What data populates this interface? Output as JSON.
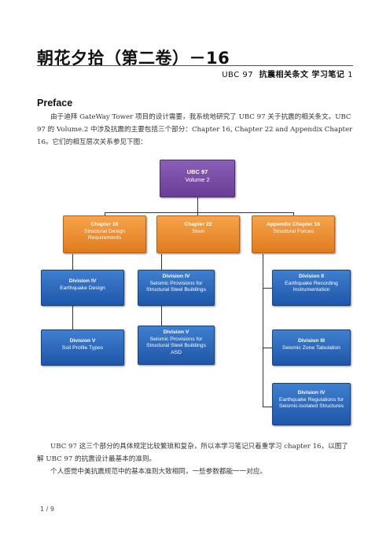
{
  "document": {
    "title": "朝花夕拾（第二卷）－16",
    "subtitle_prefix": "UBC 97",
    "subtitle_bold": "抗震相关条文 学习笔记",
    "subtitle_suffix": "1",
    "section_heading": "Preface",
    "paragraph1": "由于迪拜 GateWay Tower 项目的设计需要，我系统地研究了 UBC 97 关于抗震的相关条文。UBC 97 的 Volume.2 中涉及抗震的主要包括三个部分：Chapter 16, Chapter 22 and Appendix Chapter 16。它们的相互层次关系参见下图：",
    "paragraph2": "UBC 97 这三个部分的具体规定比较繁琐和复杂，所以本学习笔记只着重学习 chapter 16，以图了解 UBC 97 的抗震设计最基本的准则。",
    "paragraph3": "个人感觉中美抗震规范中的基本准则大致相同，一些参数都能一一对应。",
    "page_number": "1 / 9"
  },
  "org_chart": {
    "root": {
      "title": "UBC 97",
      "sub": "Volume 2",
      "color": "#7b4fa8"
    },
    "branches": [
      {
        "title": "Chapter 16",
        "sub": "Structural Design Requirements",
        "color": "#f0902f",
        "children": [
          {
            "title": "Division IV",
            "sub": "Earthquake Design"
          },
          {
            "title": "Division V",
            "sub": "Soil Profile Types"
          }
        ]
      },
      {
        "title": "Chapter 22",
        "sub": "Steel",
        "color": "#f0902f",
        "children": [
          {
            "title": "Division IV",
            "sub": "Seismic Provisions for Structural Steel Buildings"
          },
          {
            "title": "Division V",
            "sub": "Seismic Provisions for Structural Steel Buildings ASD"
          }
        ]
      },
      {
        "title": "Appendix Chapter 16",
        "sub": "Structural Forces",
        "color": "#f0902f",
        "children": [
          {
            "title": "Division II",
            "sub": "Earthquake Recording Instrumentation"
          },
          {
            "title": "Division III",
            "sub": "Seismic Zone Tabulation"
          },
          {
            "title": "Division IV",
            "sub": "Earthquake Regulations for Seismic-isolated Structures"
          }
        ]
      }
    ]
  }
}
